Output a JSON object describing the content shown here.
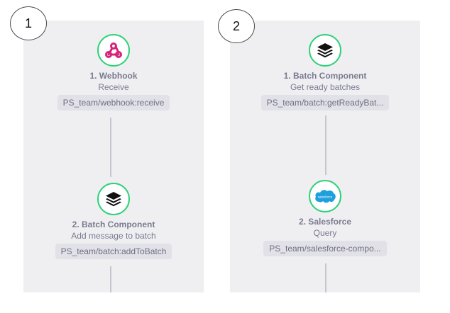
{
  "flows": [
    {
      "badge": "1",
      "nodes": [
        {
          "icon": "webhook-icon",
          "title": "1. Webhook",
          "subtitle": "Receive",
          "path": "PS_team/webhook:receive"
        },
        {
          "icon": "layers-icon",
          "title": "2. Batch Component",
          "subtitle": "Add message to batch",
          "path": "PS_team/batch:addToBatch"
        }
      ]
    },
    {
      "badge": "2",
      "nodes": [
        {
          "icon": "layers-icon",
          "title": "1. Batch Component",
          "subtitle": "Get ready batches",
          "path": "PS_team/batch:getReadyBat..."
        },
        {
          "icon": "salesforce-cloud-icon",
          "title": "2. Salesforce",
          "subtitle": "Query",
          "path": "PS_team/salesforce-compo..."
        }
      ]
    }
  ],
  "colors": {
    "accent": "#2fd17a",
    "panel": "#efeff2",
    "text": "#7a7a90",
    "salesforce": "#1ea0dd"
  },
  "salesforce_logo_text": "salesforce"
}
